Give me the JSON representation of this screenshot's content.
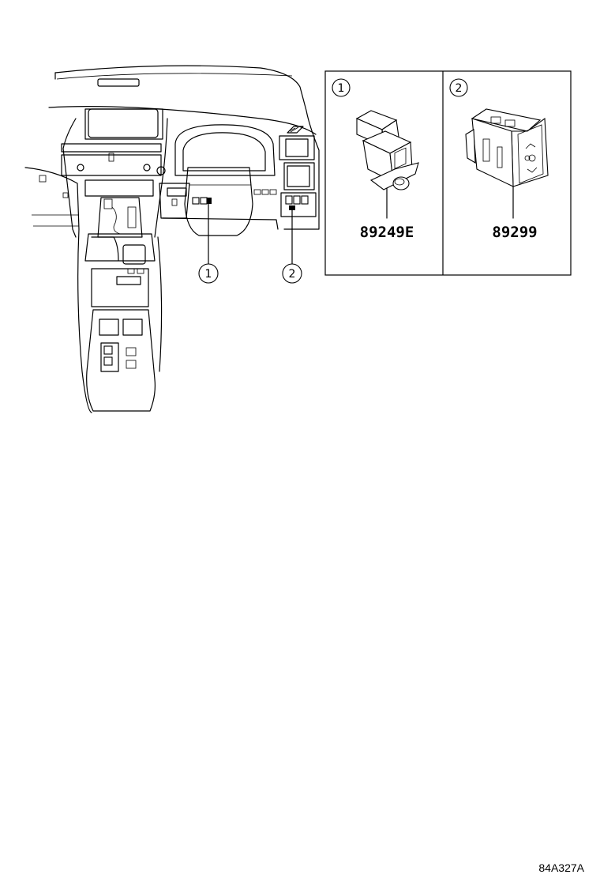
{
  "callouts": {
    "c1": "1",
    "c2": "2"
  },
  "parts": [
    {
      "index": "1",
      "part_number": "89249E"
    },
    {
      "index": "2",
      "part_number": "89299"
    }
  ],
  "reference_code": "84A327A",
  "icons": [
    "dashboard-illustration-icon",
    "pushbutton-switch-icon",
    "rocker-switch-icon"
  ]
}
